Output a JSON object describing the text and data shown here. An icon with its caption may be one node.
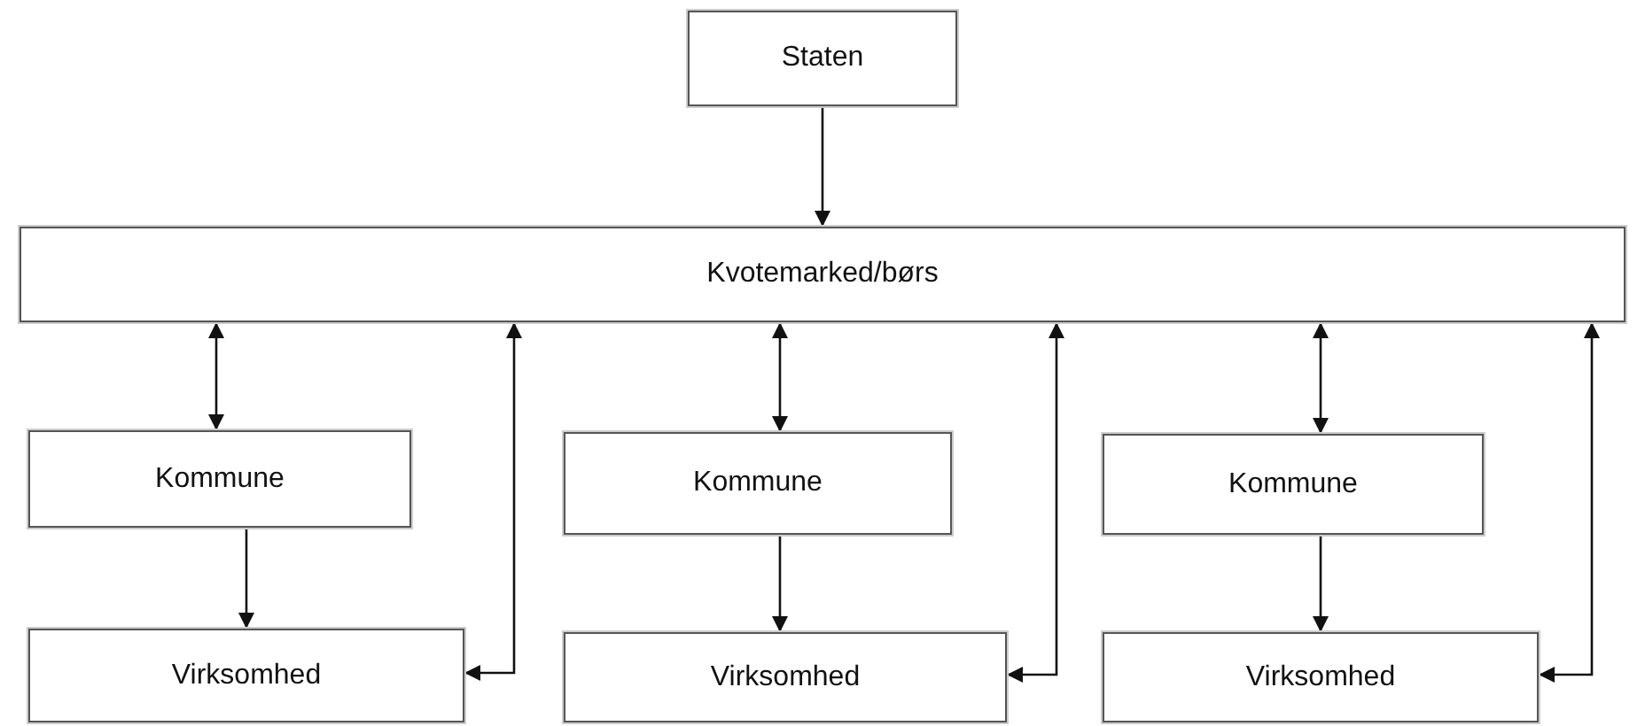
{
  "diagram": {
    "nodes": [
      {
        "text": [
          "Staten"
        ]
      },
      {
        "text": [
          "Kvotemarked/børs"
        ]
      },
      {
        "text": [
          "Kommune"
        ]
      },
      {
        "text": [
          "Kommune"
        ]
      },
      {
        "text": [
          "Kommune"
        ]
      },
      {
        "text": [
          "Virksomhed"
        ]
      },
      {
        "text": [
          "Virksomhed"
        ]
      },
      {
        "text": [
          "Virksomhed"
        ]
      }
    ],
    "edges": [
      {
        "from": 0,
        "to": 1,
        "arrow": "to"
      },
      {
        "from": 1,
        "to": 2,
        "arrow": "both"
      },
      {
        "from": 1,
        "to": 3,
        "arrow": "both"
      },
      {
        "from": 1,
        "to": 4,
        "arrow": "both"
      },
      {
        "from": 2,
        "to": 5,
        "arrow": "to"
      },
      {
        "from": 3,
        "to": 6,
        "arrow": "to"
      },
      {
        "from": 4,
        "to": 7,
        "arrow": "to"
      },
      {
        "from": 1,
        "to": 5,
        "arrow": "both"
      },
      {
        "from": 1,
        "to": 6,
        "arrow": "both"
      },
      {
        "from": 1,
        "to": 7,
        "arrow": "both"
      }
    ]
  }
}
